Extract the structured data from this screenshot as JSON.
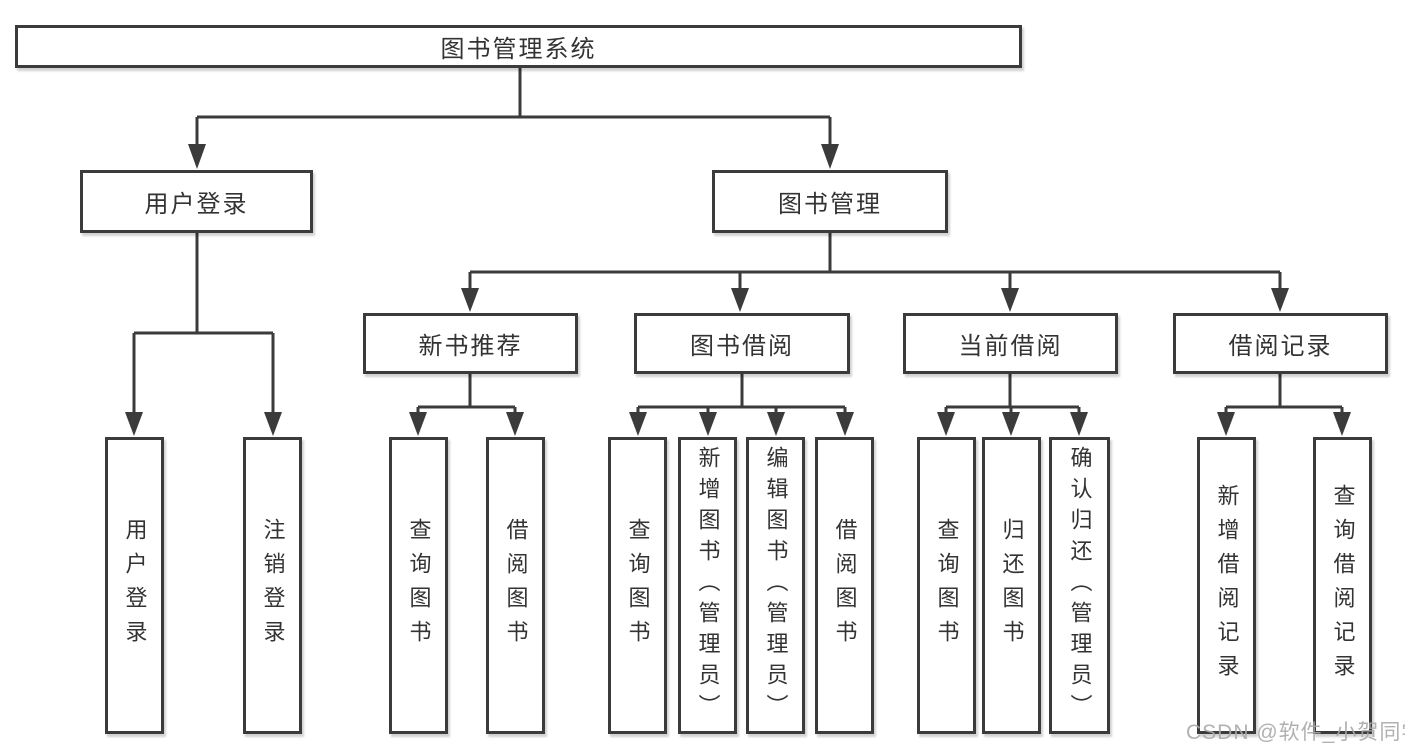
{
  "diagram": {
    "title": "图书管理系统",
    "type": "hierarchy-tree",
    "colors": {
      "line": "#3b3b3b",
      "text": "#333333",
      "watermark": "#a8a8a8",
      "background": "#ffffff"
    },
    "nodes": {
      "root": {
        "label": "图书管理系统"
      },
      "level1": [
        {
          "label": "用户登录"
        },
        {
          "label": "图书管理"
        }
      ],
      "level2": [
        {
          "label": "新书推荐",
          "parent": "图书管理"
        },
        {
          "label": "图书借阅",
          "parent": "图书管理"
        },
        {
          "label": "当前借阅",
          "parent": "图书管理"
        },
        {
          "label": "借阅记录",
          "parent": "图书管理"
        }
      ],
      "leaves": [
        {
          "label": "用户登录",
          "parent": "用户登录"
        },
        {
          "label": "注销登录",
          "parent": "用户登录"
        },
        {
          "label": "查询图书",
          "parent": "新书推荐"
        },
        {
          "label": "借阅图书",
          "parent": "新书推荐"
        },
        {
          "label": "查询图书",
          "parent": "图书借阅"
        },
        {
          "label": "新增图书（管理员）",
          "parent": "图书借阅"
        },
        {
          "label": "编辑图书（管理员）",
          "parent": "图书借阅"
        },
        {
          "label": "借阅图书",
          "parent": "图书借阅"
        },
        {
          "label": "查询图书",
          "parent": "当前借阅"
        },
        {
          "label": "归还图书",
          "parent": "当前借阅"
        },
        {
          "label": "确认归还（管理员）",
          "parent": "当前借阅"
        },
        {
          "label": "新增借阅记录",
          "parent": "借阅记录"
        },
        {
          "label": "查询借阅记录",
          "parent": "借阅记录"
        }
      ]
    }
  },
  "watermark": {
    "text": "CSDN @软件_小贺同学"
  }
}
